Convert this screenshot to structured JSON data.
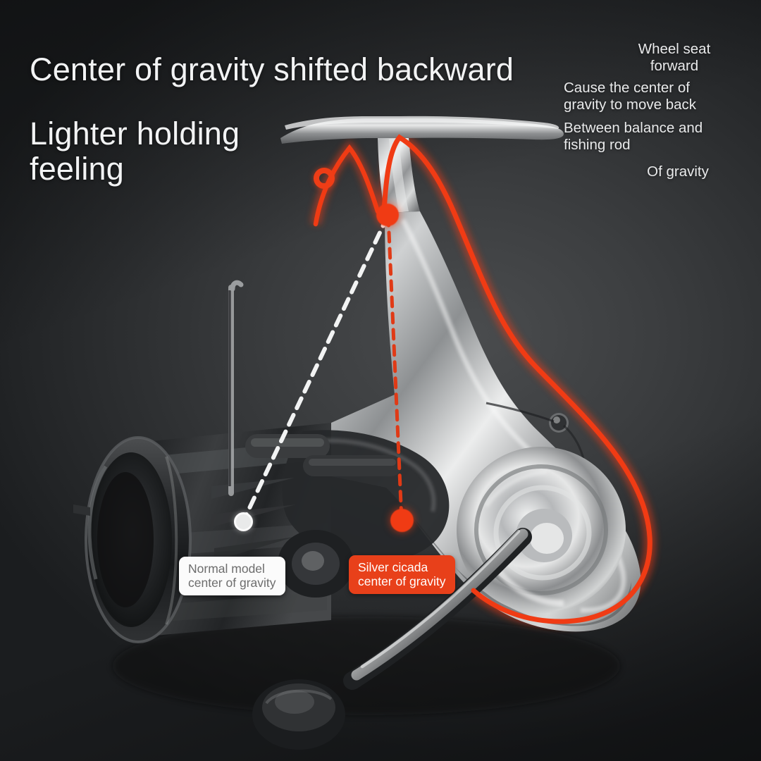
{
  "headline": {
    "title": "Center of gravity shifted backward",
    "subtitle": "Lighter holding feeling"
  },
  "annotations": [
    {
      "id": "wheel-seat-forward",
      "text": "Wheel seat\nforward"
    },
    {
      "id": "center-gravity-back",
      "text": "Cause the center of\ngravity to move back"
    },
    {
      "id": "balance-fishing-rod",
      "text": "Between balance and\nfishing rod"
    },
    {
      "id": "of-gravity",
      "text": "Of gravity"
    }
  ],
  "markers": {
    "normal_badge": "Normal model\ncenter of gravity",
    "silver_badge": "Silver cicada\ncenter of gravity"
  },
  "icons": {
    "ring": "ring-marker-icon",
    "red_top": "red-dot-icon",
    "red_bottom": "red-dot-icon",
    "white": "white-dot-icon"
  },
  "colors": {
    "accent_red": "#f03b14",
    "badge_red": "#e8401a",
    "badge_white": "#fbfbfb",
    "badge_white_text": "#6d6d6d",
    "text": "#f2f3f4",
    "bg_dark": "#1c1e20",
    "bg_light": "#4a4c4e"
  },
  "product": {
    "type": "spinning-fishing-reel",
    "finish": "chrome-silver-body-black-spool"
  }
}
